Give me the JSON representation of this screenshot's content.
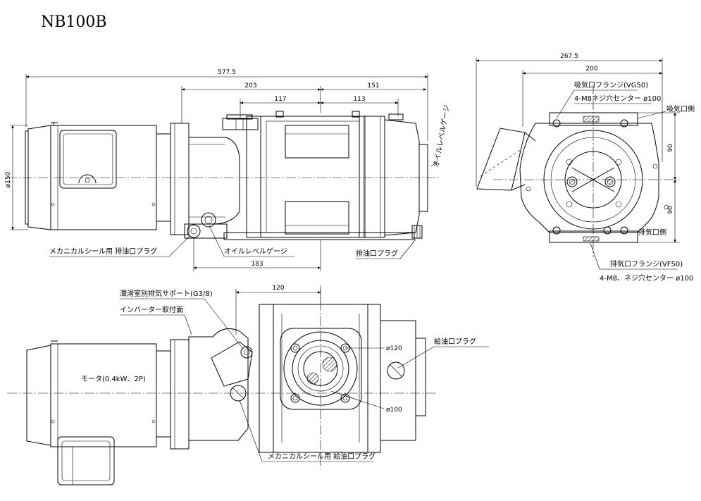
{
  "title": "NB100B",
  "side_view": {
    "dims": {
      "total_length": "577.5",
      "flange_span": "203",
      "right_span": "151",
      "gauge_offset": "117",
      "right_offset": "113",
      "height": "ø150",
      "base_offset": "183"
    },
    "labels": {
      "oil_level_gauge_vertical": "オイルレベルゲージ",
      "mech_seal_drain": "メカニカルシール用 排油口プラグ",
      "oil_level_gauge": "オイルレベルゲージ",
      "drain_plug": "排油口プラグ"
    }
  },
  "front_view": {
    "dims": {
      "total_width": "267.5",
      "flange_width": "200",
      "upper_half": "90",
      "lower_half": "90"
    },
    "labels": {
      "intake_flange": "吸気口フランジ(VG50)",
      "intake_bolts": "4-M8ネジ穴センター ø100",
      "intake_side": "吸気口側",
      "exhaust_side": "排気口側",
      "exhaust_flange": "排気口フランジ(VF50)",
      "exhaust_bolts": "4-M8、ネジ穴センター ø100"
    }
  },
  "top_view": {
    "dims": {
      "width": "120",
      "outer_dia": "ø120",
      "inner_dia": "ø100"
    },
    "labels": {
      "lube_vent_support": "潤滑室別排気サポート(G3/8)",
      "inverter_mount": "インバーター取付面",
      "fill_plug": "給油口プラグ",
      "motor": "モータ(0.4kW、2P)",
      "mech_seal_fill": "メカニカルシール用 給油口プラグ"
    }
  }
}
